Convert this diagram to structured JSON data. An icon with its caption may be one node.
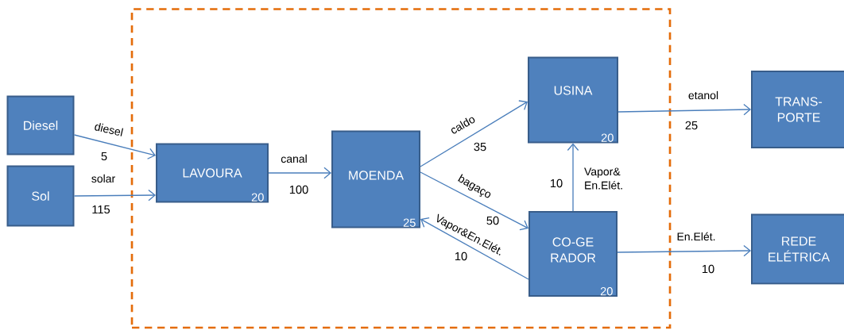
{
  "diagram": {
    "nodes": [
      {
        "text": [],
        "shape": "box"
      },
      {
        "text": [
          "Diesel"
        ]
      },
      {
        "text": [
          "Sol"
        ]
      },
      {
        "text": [
          "LAVOURA",
          "20"
        ],
        "in": 0
      },
      {
        "text": [
          "MOENDA",
          "25"
        ],
        "in": 0
      },
      {
        "text": [
          "USINA",
          "20"
        ],
        "in": 0
      },
      {
        "text": [
          "CO-GE RADOR",
          "20"
        ],
        "in": 0
      },
      {
        "text": [
          "TRANS- PORTE"
        ]
      },
      {
        "text": [
          "REDE ELÉTRICA"
        ]
      }
    ],
    "edges": [
      {
        "from": 1,
        "to": 3,
        "arrow": "to",
        "label": "diesel"
      },
      {
        "from": 2,
        "to": 3,
        "arrow": "to",
        "label": "solar"
      },
      {
        "from": 3,
        "to": 4,
        "arrow": "to",
        "label": "canal"
      },
      {
        "from": 4,
        "to": 5,
        "arrow": "to",
        "label": "caldo"
      },
      {
        "from": 4,
        "to": 6,
        "arrow": "to",
        "label": "bagaço"
      },
      {
        "from": 6,
        "to": 4,
        "arrow": "to",
        "label": "Vapor&En.Elét."
      },
      {
        "from": 6,
        "to": 5,
        "arrow": "to",
        "label": "Vapor& En.Elét."
      },
      {
        "from": 5,
        "to": 7,
        "arrow": "to",
        "label": "etanol"
      },
      {
        "from": 6,
        "to": 8,
        "arrow": "to",
        "label": "En.Elét."
      }
    ],
    "labels": [
      "5",
      "115",
      "100",
      "35",
      "50",
      "10",
      "10",
      "25",
      "10"
    ]
  }
}
